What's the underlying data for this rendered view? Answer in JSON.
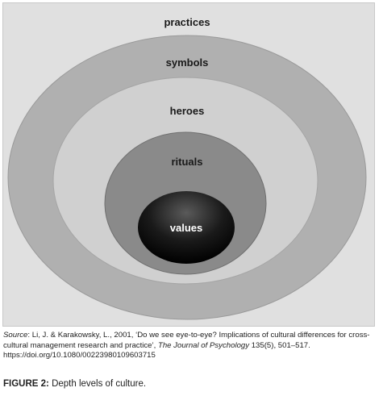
{
  "diagram": {
    "layers": [
      {
        "label": "practices",
        "fill": "#e0e0e0",
        "text_color": "#1a1a1a"
      },
      {
        "label": "symbols",
        "fill": "#b0b0b0",
        "text_color": "#1a1a1a"
      },
      {
        "label": "heroes",
        "fill": "#d0d0d0",
        "text_color": "#1a1a1a"
      },
      {
        "label": "rituals",
        "fill": "#8a8a8a",
        "text_color": "#1a1a1a"
      },
      {
        "label": "values",
        "fill": "#101010",
        "text_color": "#ffffff"
      }
    ]
  },
  "source": {
    "label": "Source",
    "text_before": ": Li, J. & Karakowsky, L., 2001, ‘Do we see eye-to-eye? Implications of cultural differences for cross-cultural management research and practice’, ",
    "journal": "The Journal of Psychology",
    "text_after": " 135(5), 501–517. https://doi.org/10.1080/00223980109603715"
  },
  "caption": {
    "label": "FIGURE 2:",
    "text": " Depth levels of culture."
  }
}
